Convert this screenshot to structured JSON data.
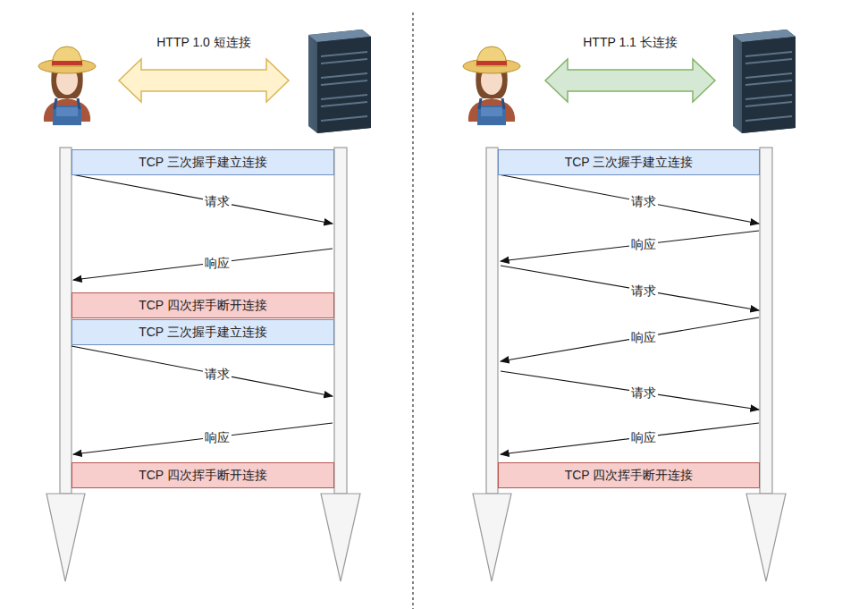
{
  "diagram": {
    "nodes": [
      {
        "text": [
          "TCP 三次握手建立连接"
        ]
      },
      {
        "text": [
          "TCP 四次挥手断开连接"
        ]
      },
      {
        "text": [
          "TCP 三次握手建立连接"
        ]
      },
      {
        "text": [
          "TCP 四次挥手断开连接"
        ]
      },
      {
        "text": [
          "TCP 三次握手建立连接"
        ]
      },
      {
        "text": [
          "TCP 四次挥手断开连接"
        ]
      }
    ],
    "labels": [
      "HTTP 1.0 短连接",
      "请求",
      "响应",
      "请求",
      "响应",
      "HTTP 1.1 长连接",
      "请求",
      "响应",
      "请求",
      "响应",
      "请求",
      "响应"
    ]
  }
}
